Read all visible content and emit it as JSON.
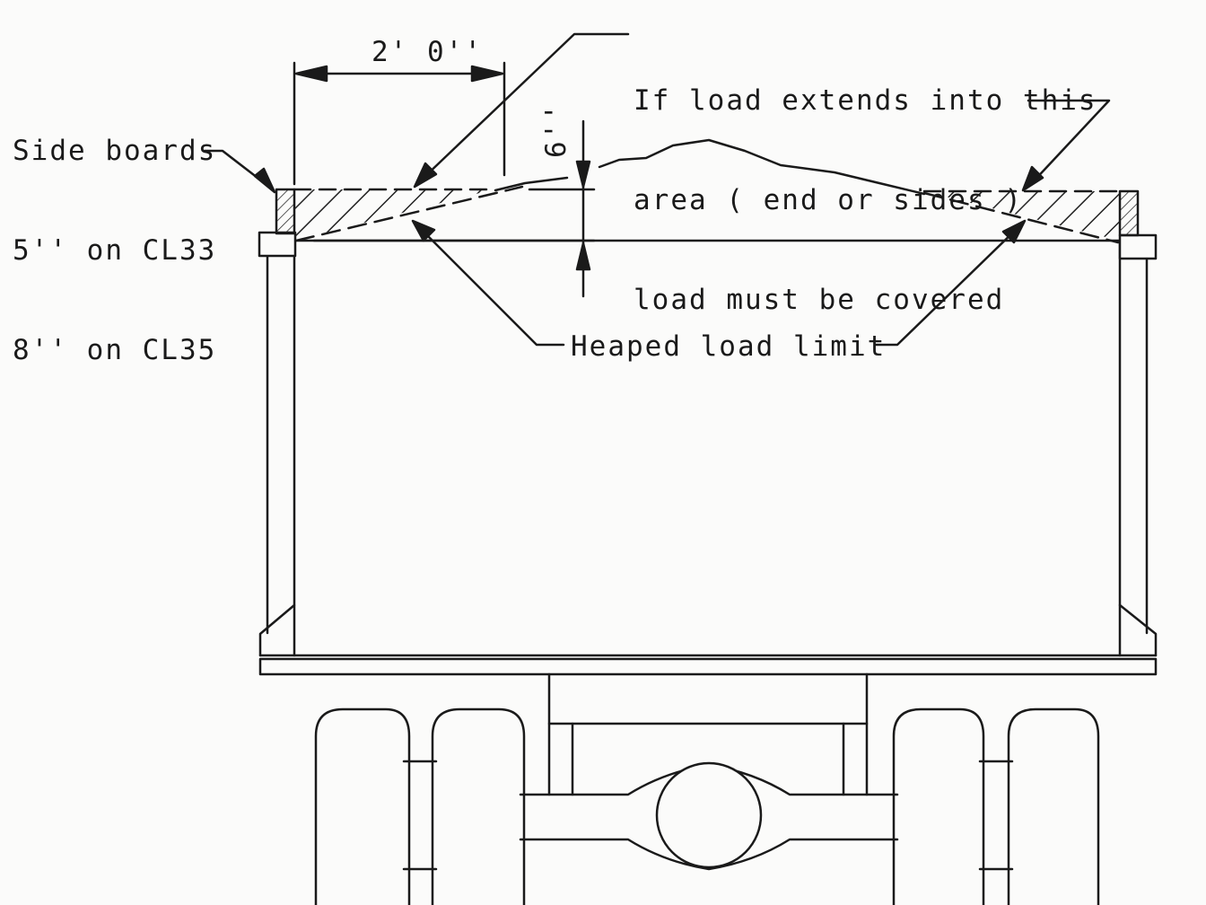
{
  "labels": {
    "side_boards": [
      "Side boards",
      "5'' on CL33",
      "8'' on CL35"
    ],
    "covered_area": [
      "If load extends into this",
      "area ( end or sides )",
      "load must be covered"
    ],
    "heaped_limit": "Heaped load limit",
    "dim_width": "2' 0''",
    "dim_height": "6''"
  }
}
